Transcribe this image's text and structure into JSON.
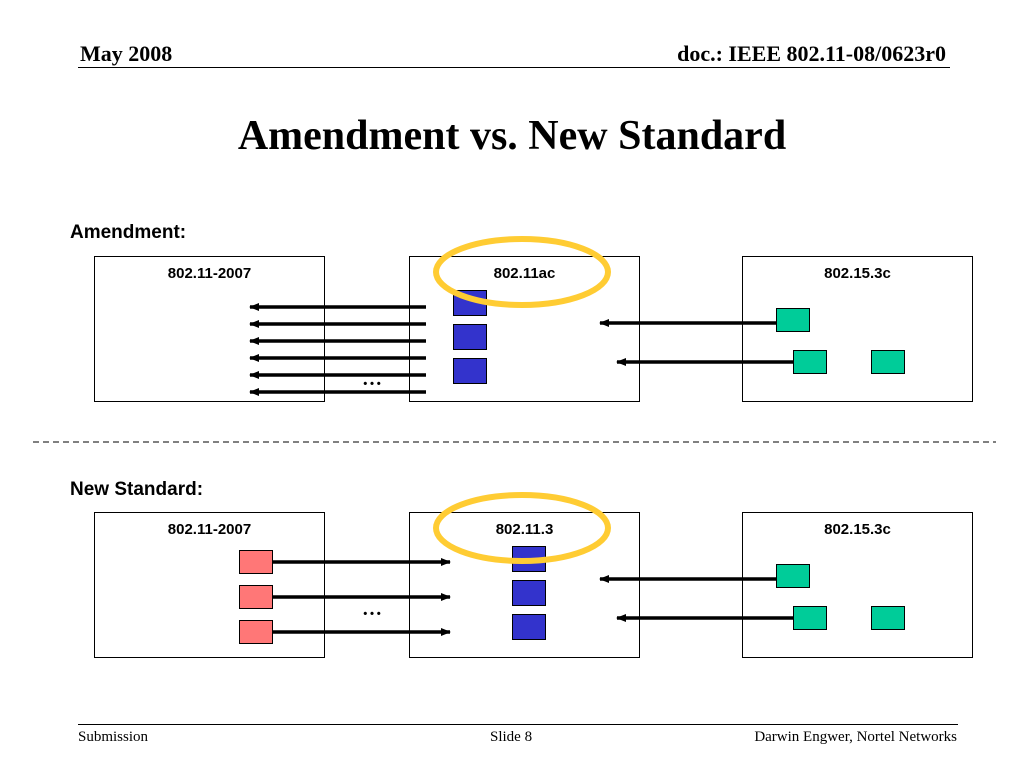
{
  "header": {
    "date": "May 2008",
    "doc": "doc.: IEEE 802.11-08/0623r0"
  },
  "title": "Amendment vs. New Standard",
  "amendment": {
    "label": "Amendment:",
    "boxes": [
      "802.11-2007",
      "802.11ac",
      "802.15.3c"
    ],
    "ellipsis": "…"
  },
  "new_standard": {
    "label": "New Standard:",
    "boxes": [
      "802.11-2007",
      "802.11.3",
      "802.15.3c"
    ],
    "ellipsis": "…"
  },
  "colors": {
    "highlight": "#ffcc33",
    "blue_block": "#3333cc",
    "green_block": "#00cc99",
    "pink_block": "#ff7777"
  },
  "footer": {
    "left": "Submission",
    "center": "Slide 8",
    "right": "Darwin Engwer, Nortel Networks"
  }
}
